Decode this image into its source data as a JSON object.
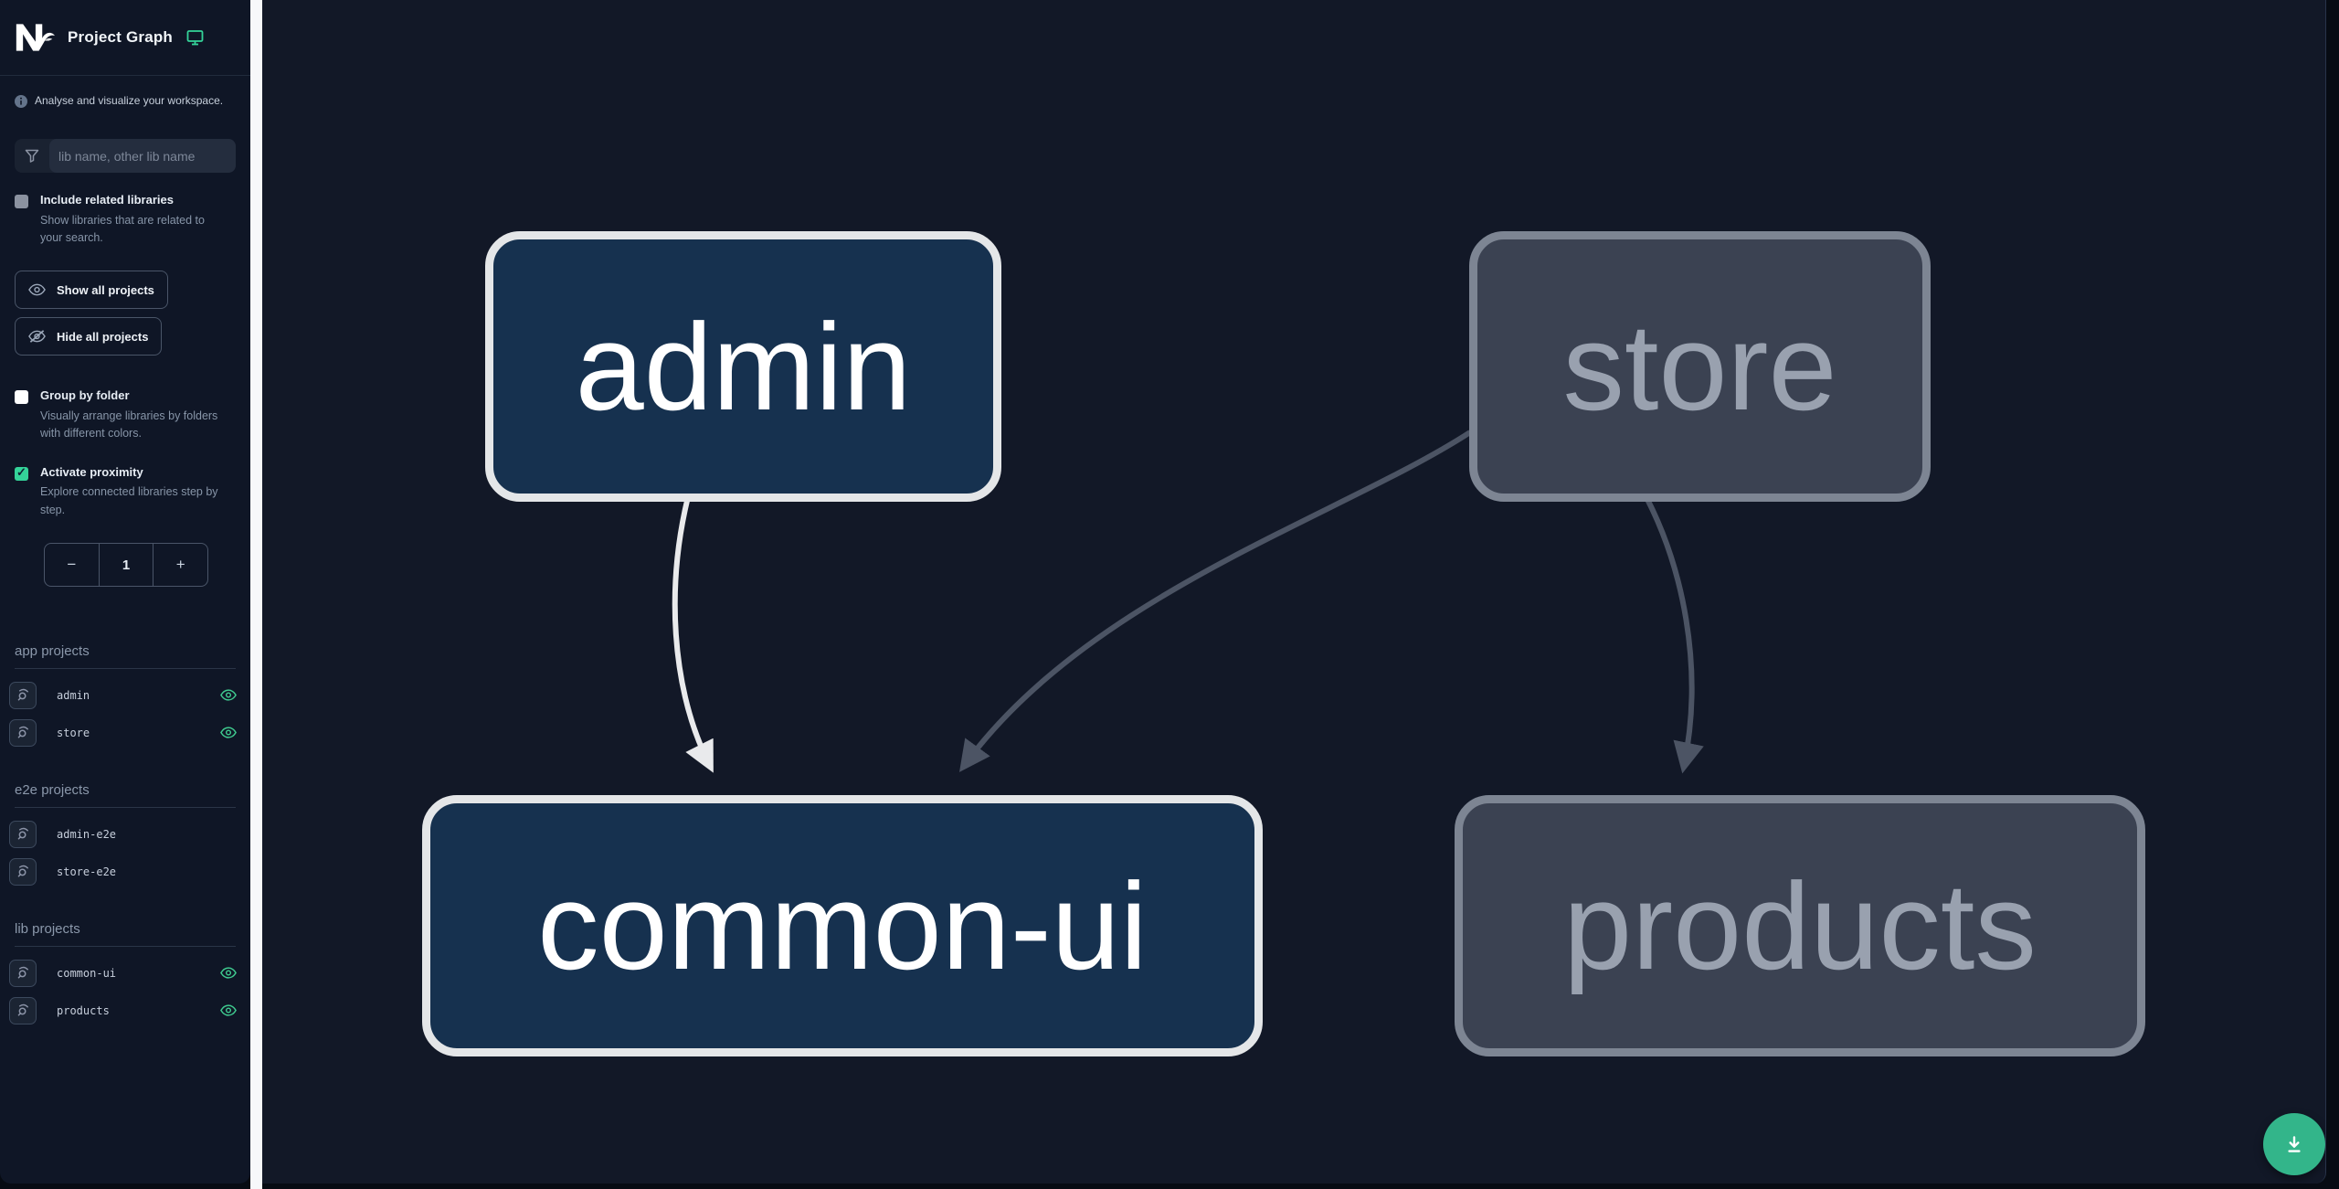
{
  "header": {
    "title": "Project Graph",
    "logo_name": "nx-logo",
    "env_icon": "monitor-icon"
  },
  "sidebar": {
    "info_text": "Analyse and visualize your workspace.",
    "search": {
      "placeholder": "lib name, other lib name",
      "value": ""
    },
    "checkboxes": [
      {
        "label": "Include related libraries",
        "description": "Show libraries that are related to your search.",
        "checked": false
      },
      {
        "label": "Group by folder",
        "description": "Visually arrange libraries by folders with different colors.",
        "checked": false
      },
      {
        "label": "Activate proximity",
        "description": "Explore connected libraries step by step.",
        "checked": true
      }
    ],
    "buttons": [
      {
        "label": "Show all projects",
        "icon": "eye-icon"
      },
      {
        "label": "Hide all projects",
        "icon": "eye-off-icon"
      }
    ],
    "stepper": {
      "decrement": "−",
      "value": "1",
      "increment": "+"
    },
    "sections": [
      {
        "title": "app projects",
        "items": [
          {
            "name": "admin",
            "visible": true
          },
          {
            "name": "store",
            "visible": true
          }
        ]
      },
      {
        "title": "e2e projects",
        "items": [
          {
            "name": "admin-e2e",
            "visible": false
          },
          {
            "name": "store-e2e",
            "visible": false
          }
        ]
      },
      {
        "title": "lib projects",
        "items": [
          {
            "name": "common-ui",
            "visible": true
          },
          {
            "name": "products",
            "visible": true
          }
        ]
      }
    ]
  },
  "graph": {
    "nodes": [
      {
        "label": "admin",
        "type": "app",
        "state": "focused"
      },
      {
        "label": "store",
        "type": "app",
        "state": "faded"
      },
      {
        "label": "common-ui",
        "type": "lib",
        "state": "focused"
      },
      {
        "label": "products",
        "type": "lib",
        "state": "faded"
      }
    ],
    "edges": [
      {
        "from": "admin",
        "to": "common-ui",
        "style": "highlighted"
      },
      {
        "from": "store",
        "to": "common-ui",
        "style": "faded"
      },
      {
        "from": "store",
        "to": "products",
        "style": "faded"
      }
    ]
  },
  "fab": {
    "icon": "download-icon"
  },
  "colors": {
    "accent": "#34d399",
    "fab": "#33b58a",
    "sidebar_bg": "#0f1626",
    "canvas_bg": "#121827",
    "node_focused_bg": "#16314f",
    "node_focused_border": "#e4e6e8",
    "node_faded_bg": "#3b4252",
    "node_faded_border": "#7d8593",
    "edge_highlighted": "#e9eaec",
    "edge_faded": "#4c5464"
  }
}
